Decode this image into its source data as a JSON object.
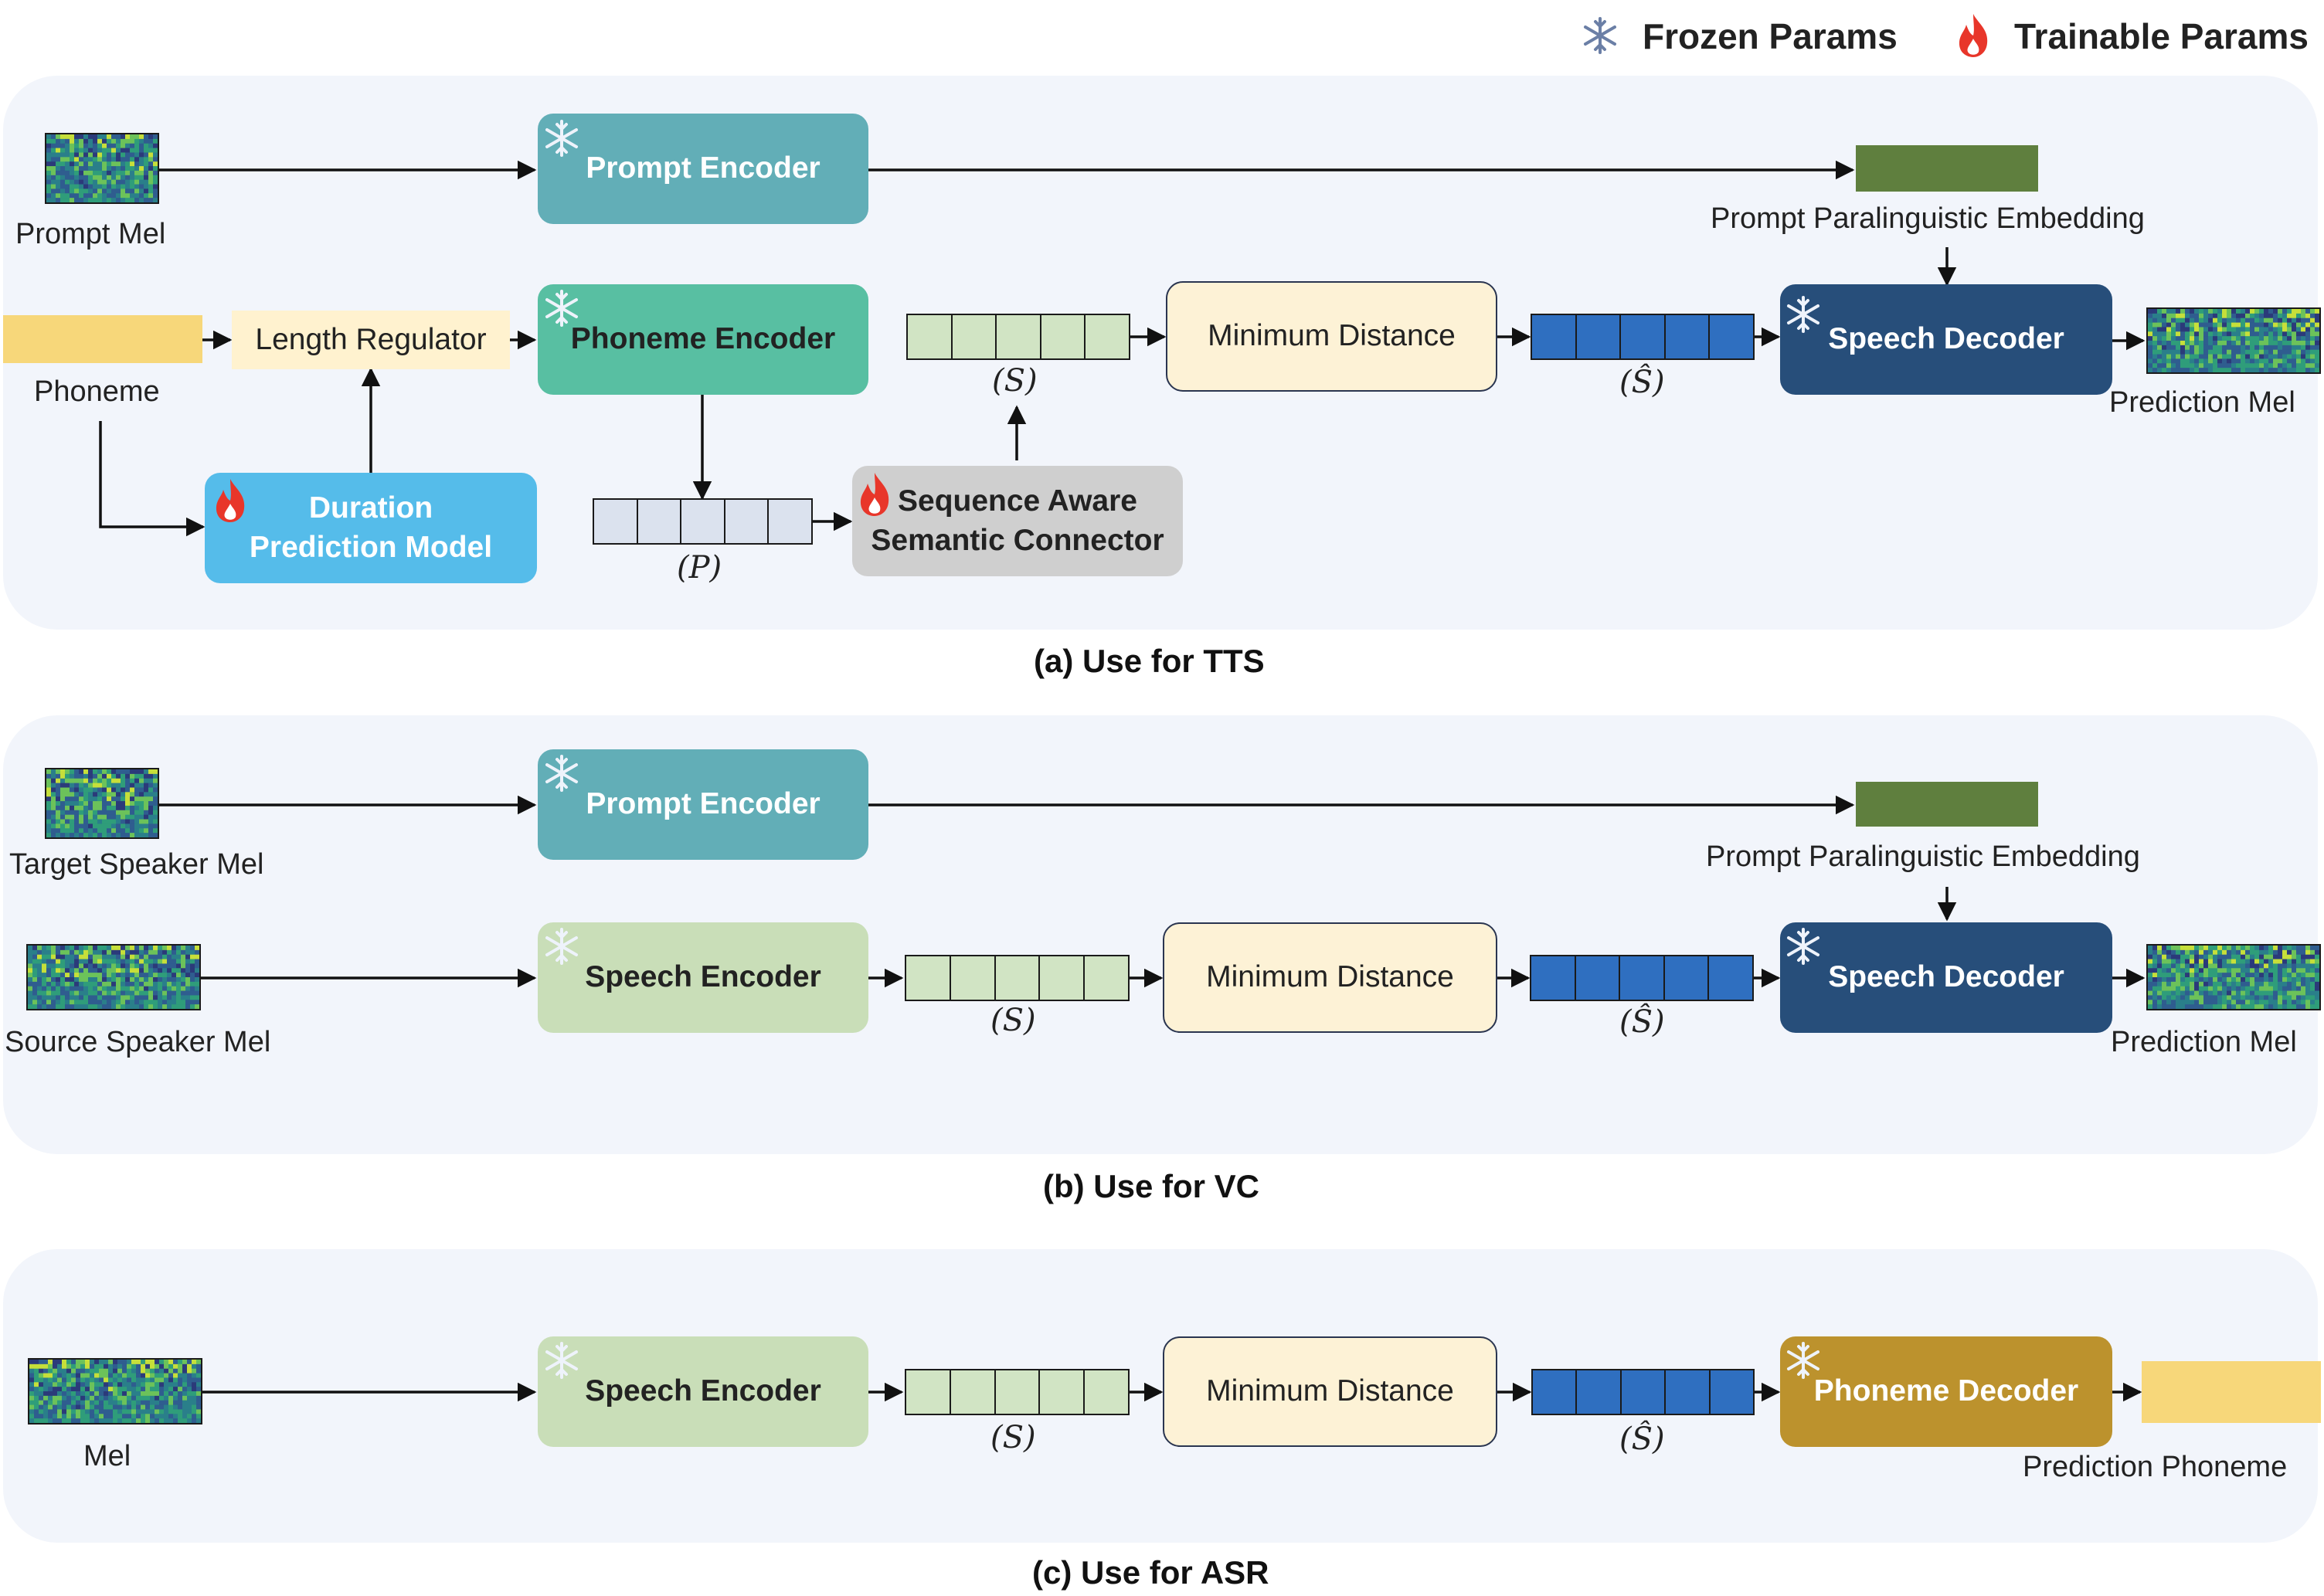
{
  "legend": {
    "frozen_label": "Frozen Params",
    "trainable_label": "Trainable Params",
    "frozen_icon": "snowflake-icon",
    "trainable_icon": "flame-icon"
  },
  "colors": {
    "prompt_encoder": "#62aeb7",
    "phoneme_encoder": "#58bfa2",
    "speech_encoder": "#c9deb8",
    "speech_decoder": "#274e7a",
    "phoneme_decoder": "#bc922d",
    "duration_model": "#55bcea",
    "semantic_connector": "#cfcfcf",
    "minimum_distance": "#fdf2d6",
    "embedding": "#5f7f3e",
    "phoneme_bar": "#f7d77a",
    "panel_bg": "#f2f5fb"
  },
  "panel_a": {
    "caption": "(a) Use for TTS",
    "prompt_mel_label": "Prompt Mel",
    "prompt_encoder": "Prompt Encoder",
    "embedding_label": "Prompt Paralinguistic Embedding",
    "phoneme_label": "Phoneme",
    "length_regulator": "Length Regulator",
    "phoneme_encoder": "Phoneme Encoder",
    "duration_model_line1": "Duration",
    "duration_model_line2": "Prediction Model",
    "connector_line1": "Sequence Aware",
    "connector_line2": "Semantic Connector",
    "p_label": "(P)",
    "s_label": "(S)",
    "minimum_distance": "Minimum Distance",
    "s_hat_label": "(Ŝ)",
    "speech_decoder": "Speech Decoder",
    "prediction_mel_label": "Prediction Mel"
  },
  "panel_b": {
    "caption": "(b) Use for VC",
    "target_mel_label": "Target Speaker Mel",
    "prompt_encoder": "Prompt Encoder",
    "embedding_label": "Prompt Paralinguistic  Embedding",
    "source_mel_label": "Source Speaker Mel",
    "speech_encoder": "Speech  Encoder",
    "s_label": "(S)",
    "minimum_distance": "Minimum Distance",
    "s_hat_label": "(Ŝ)",
    "speech_decoder": "Speech Decoder",
    "prediction_mel_label": "Prediction Mel"
  },
  "panel_c": {
    "caption": "(c) Use for ASR",
    "mel_label": "Mel",
    "speech_encoder": "Speech  Encoder",
    "s_label": "(S)",
    "minimum_distance": "Minimum Distance",
    "s_hat_label": "(Ŝ)",
    "phoneme_decoder": "Phoneme Decoder",
    "prediction_phoneme_label": "Prediction  Phoneme"
  }
}
